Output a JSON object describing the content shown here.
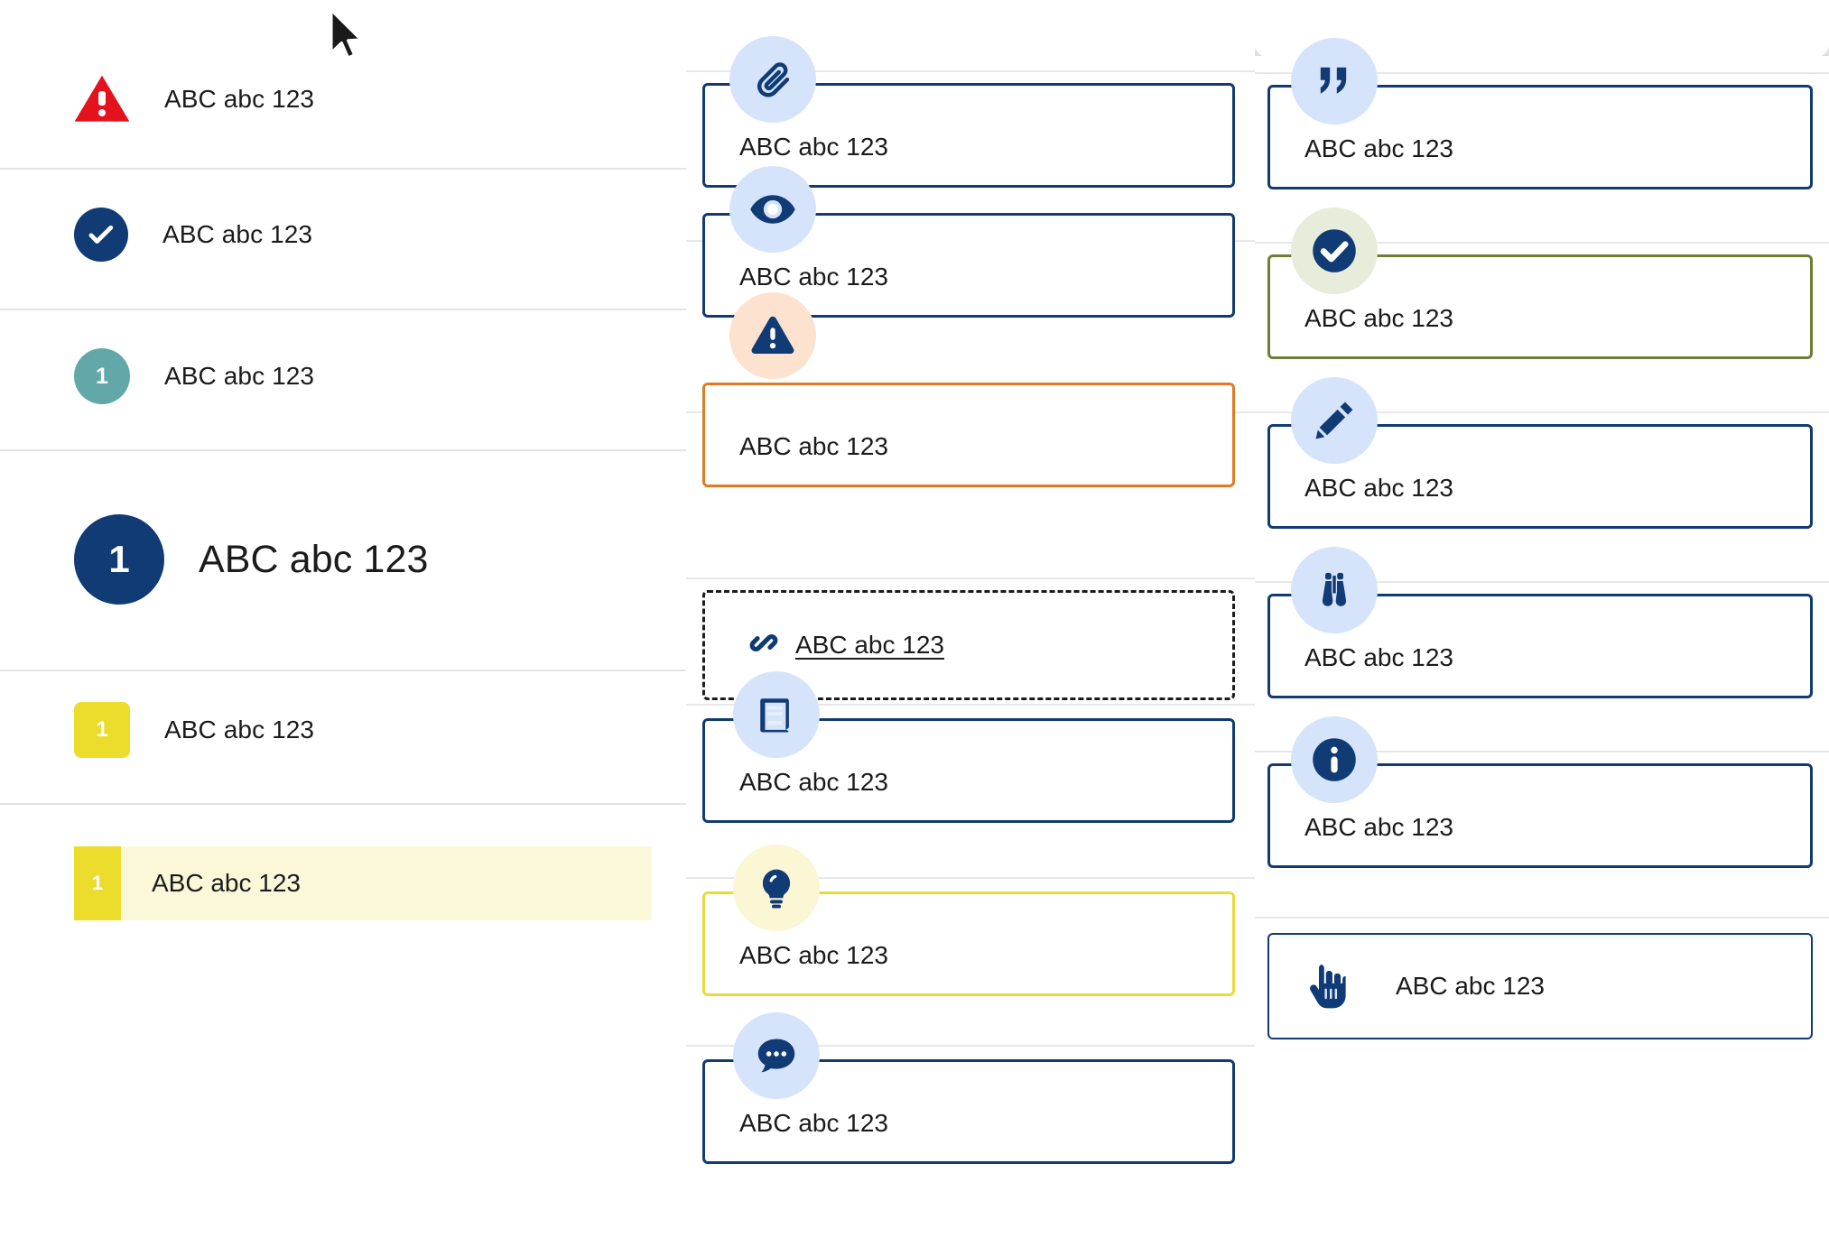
{
  "sample_text": "ABC abc 123",
  "colors": {
    "navy": "#103b75",
    "alert_red": "#e3121c",
    "teal": "#62a8a9",
    "yellow": "#ecdd2c",
    "yellow_soft": "#fbf8d9",
    "orange": "#e07b24",
    "olive": "#6e7f35",
    "light_blue_bubble": "#d6e4fb",
    "peach_bubble": "#fce2cf",
    "mint_bubble": "#e7edda",
    "cream_bubble": "#fbf6d4",
    "divider": "#e4e4e4"
  },
  "left_column": {
    "rows": [
      {
        "badge_kind": "triangle",
        "badge_icon": "alert-triangle-icon",
        "badge_text": "",
        "label": "ABC abc 123",
        "size": "normal"
      },
      {
        "badge_kind": "circle",
        "badge_icon": "check-circle-icon",
        "badge_text": "",
        "label": "ABC abc 123",
        "size": "normal"
      },
      {
        "badge_kind": "circle",
        "badge_icon": "number-badge",
        "badge_text": "1",
        "label": "ABC abc 123",
        "size": "normal"
      },
      {
        "badge_kind": "circle",
        "badge_icon": "number-badge",
        "badge_text": "1",
        "label": "ABC abc 123",
        "size": "big"
      },
      {
        "badge_kind": "square",
        "badge_icon": "number-badge",
        "badge_text": "1",
        "label": "ABC abc 123",
        "size": "normal"
      }
    ],
    "highlighted_row": {
      "badge_text": "1",
      "label": "ABC abc 123"
    }
  },
  "middle_column": {
    "cards": [
      {
        "icon": "paperclip-icon",
        "label": "ABC abc 123",
        "style": "default"
      },
      {
        "icon": "eye-icon",
        "label": "ABC abc 123",
        "style": "default"
      },
      {
        "icon": "warning-icon",
        "label": "ABC abc 123",
        "style": "warning"
      },
      {
        "icon": "link-chain-icon",
        "label": "ABC abc 123",
        "style": "dashed-link"
      },
      {
        "icon": "book-icon",
        "label": "ABC abc 123",
        "style": "default"
      },
      {
        "icon": "lightbulb-icon",
        "label": "ABC abc 123",
        "style": "idea"
      },
      {
        "icon": "chat-bubble-icon",
        "label": "ABC abc 123",
        "style": "default"
      }
    ]
  },
  "right_column": {
    "cards": [
      {
        "icon": "quote-icon",
        "label": "ABC abc 123",
        "style": "default"
      },
      {
        "icon": "check-circle-icon",
        "label": "ABC abc 123",
        "style": "success"
      },
      {
        "icon": "pencil-icon",
        "label": "ABC abc 123",
        "style": "default"
      },
      {
        "icon": "binoculars-icon",
        "label": "ABC abc 123",
        "style": "default"
      },
      {
        "icon": "info-icon",
        "label": "ABC abc 123",
        "style": "default"
      },
      {
        "icon": "pointing-hand-icon",
        "label": "ABC abc 123",
        "style": "inline-thin"
      }
    ]
  },
  "cursor": {
    "icon": "mouse-pointer-icon"
  }
}
